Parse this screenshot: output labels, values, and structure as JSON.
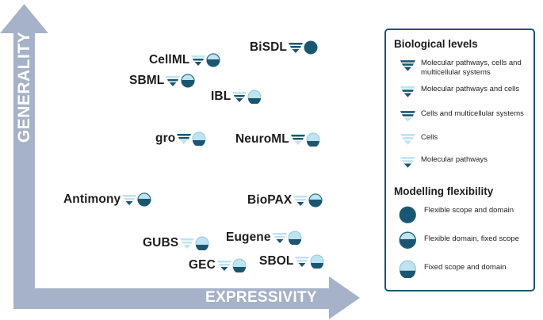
{
  "axes": {
    "y_label": "GENERALITY",
    "x_label": "EXPRESSIVITY",
    "arrow_color": "#a5b2c7"
  },
  "colors": {
    "dark": "#1b5670",
    "light": "#bfe3f0",
    "stroke": "#1f5f7a"
  },
  "languages": [
    {
      "name": "BiSDL",
      "levels": "molecular-cells-multicellular",
      "flexibility": "flexible-scope-domain"
    },
    {
      "name": "CellML",
      "levels": "molecular-and-cells",
      "flexibility": "flexible-domain-fixed-scope"
    },
    {
      "name": "SBML",
      "levels": "molecular-and-cells",
      "flexibility": "flexible-domain-fixed-scope"
    },
    {
      "name": "IBL",
      "levels": "molecular-and-cells",
      "flexibility": "fixed-scope-domain"
    },
    {
      "name": "gro",
      "levels": "cells-multicellular",
      "flexibility": "fixed-scope-domain"
    },
    {
      "name": "NeuroML",
      "levels": "cells-multicellular",
      "flexibility": "fixed-scope-domain"
    },
    {
      "name": "Antimony",
      "levels": "molecular",
      "flexibility": "flexible-domain-fixed-scope"
    },
    {
      "name": "BioPAX",
      "levels": "molecular",
      "flexibility": "flexible-domain-fixed-scope"
    },
    {
      "name": "GUBS",
      "levels": "cells",
      "flexibility": "fixed-scope-domain"
    },
    {
      "name": "Eugene",
      "levels": "molecular",
      "flexibility": "fixed-scope-domain"
    },
    {
      "name": "GEC",
      "levels": "molecular",
      "flexibility": "fixed-scope-domain"
    },
    {
      "name": "SBOL",
      "levels": "molecular",
      "flexibility": "fixed-scope-domain"
    }
  ],
  "legend": {
    "levels_title": "Biological levels",
    "levels": [
      {
        "key": "molecular-cells-multicellular",
        "label": "Molecular pathways, cells and multicellular systems"
      },
      {
        "key": "molecular-and-cells",
        "label": "Molecular pathways and cells"
      },
      {
        "key": "cells-multicellular",
        "label": "Cells and multicellular systems"
      },
      {
        "key": "cells",
        "label": "Cells"
      },
      {
        "key": "molecular",
        "label": "Molecular pathways"
      }
    ],
    "flexibility_title": "Modelling flexibility",
    "flexibility": [
      {
        "key": "flexible-scope-domain",
        "label": "Flexible scope and domain"
      },
      {
        "key": "flexible-domain-fixed-scope",
        "label": "Flexible domain, fixed scope"
      },
      {
        "key": "fixed-scope-domain",
        "label": "Fixed scope and domain"
      }
    ]
  }
}
